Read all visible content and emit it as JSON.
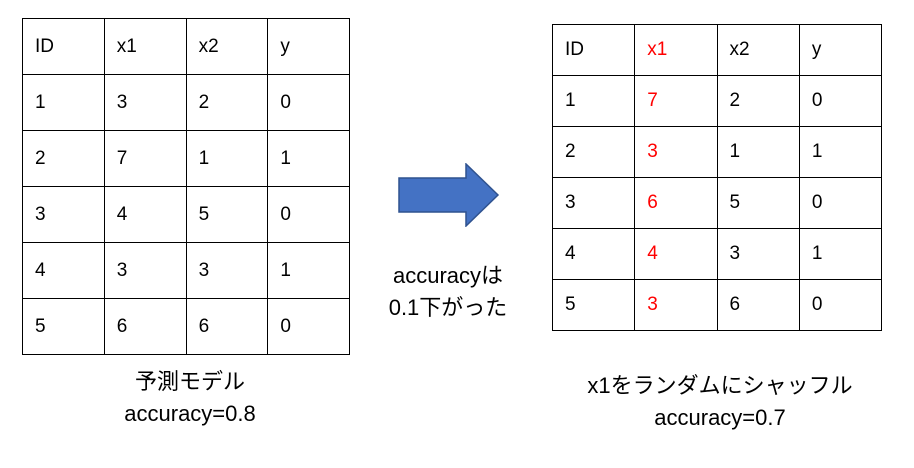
{
  "left_table": {
    "headers": [
      "ID",
      "x1",
      "x2",
      "y"
    ],
    "rows": [
      [
        "1",
        "3",
        "2",
        "0"
      ],
      [
        "2",
        "7",
        "1",
        "1"
      ],
      [
        "3",
        "4",
        "5",
        "0"
      ],
      [
        "4",
        "3",
        "3",
        "1"
      ],
      [
        "5",
        "6",
        "6",
        "0"
      ]
    ]
  },
  "right_table": {
    "headers": [
      "ID",
      "x1",
      "x2",
      "y"
    ],
    "rows": [
      [
        "1",
        "7",
        "2",
        "0"
      ],
      [
        "2",
        "3",
        "1",
        "1"
      ],
      [
        "3",
        "6",
        "5",
        "0"
      ],
      [
        "4",
        "4",
        "3",
        "1"
      ],
      [
        "5",
        "3",
        "6",
        "0"
      ]
    ],
    "highlight_column": 1,
    "highlight_color": "#ff0000"
  },
  "left_caption": {
    "line1": "予測モデル",
    "line2": "accuracy=0.8"
  },
  "right_caption": {
    "line1": "x1をランダムにシャッフル",
    "line2": "accuracy=0.7"
  },
  "arrow_note": {
    "line1": "accuracyは",
    "line2": "0.1下がった"
  },
  "colors": {
    "arrow_fill": "#4472c4",
    "arrow_stroke": "#2f528f"
  }
}
